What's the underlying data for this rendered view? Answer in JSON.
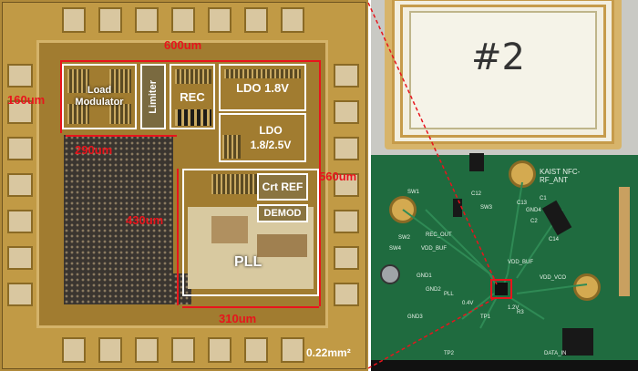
{
  "die": {
    "labels": {
      "load_modulator": "Load Modulator",
      "limiter": "Limiter",
      "rec": "REC",
      "ldo18": "LDO 1.8V",
      "ldo2": "LDO 1.8/2.5V",
      "crt_ref": "Crt REF",
      "demod": "DEMOD",
      "pll": "PLL"
    },
    "dimensions": {
      "top_width": "600um",
      "left_height": "160um",
      "mid_width": "290um",
      "pll_height": "430um",
      "right_height": "560um",
      "bottom_width": "310um"
    },
    "area": "0.22mm²"
  },
  "board": {
    "antenna_label": "#2",
    "board_name": "KAIST NFC-RF_ANT",
    "silkscreen": [
      "SW1",
      "SW2",
      "SW3",
      "SW4",
      "GND1",
      "GND2",
      "GND3",
      "GND4",
      "TP1",
      "TP2",
      "DATA_IN",
      "VDD_BUF",
      "VDD_VCO",
      "VDD_BUF",
      "REC_OUT",
      "PLL",
      "1.2V",
      "0.4V",
      "R3",
      "C1",
      "C2",
      "C12",
      "C13",
      "C14"
    ]
  },
  "colors": {
    "annotation_red": "#e8141c",
    "block_border": "#ffffff",
    "die_gold": "#b08a3a",
    "pcb_green": "#1f6b3f"
  }
}
